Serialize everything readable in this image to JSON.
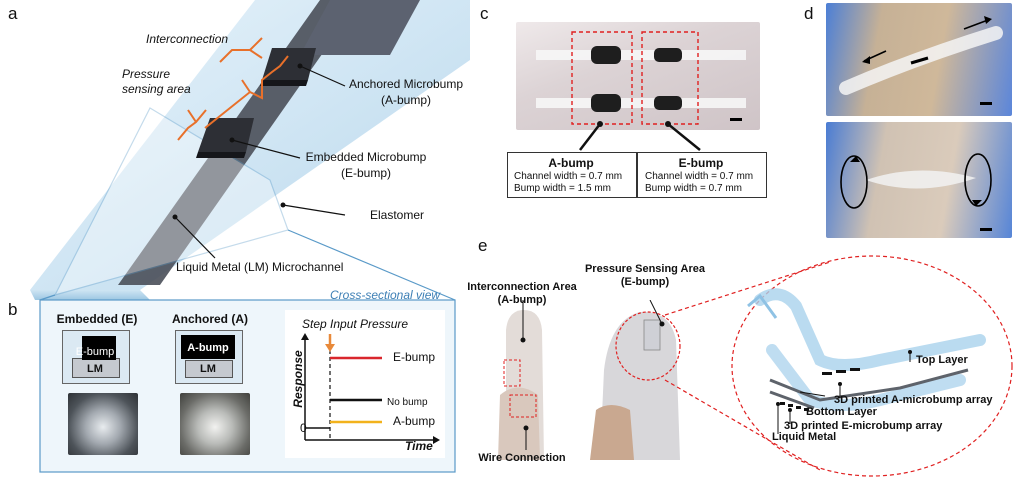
{
  "panels": {
    "a": "a",
    "b": "b",
    "c": "c",
    "d": "d",
    "e": "e"
  },
  "panel_a": {
    "interconnection": "Interconnection",
    "pressure_line1": "Pressure",
    "pressure_line2": "sensing area",
    "anchored_line1": "Anchored Microbump",
    "anchored_line2": "(A-bump)",
    "embedded_line1": "Embedded Microbump",
    "embedded_line2": "(E-bump)",
    "elastomer": "Elastomer",
    "lm_channel": "Liquid Metal (LM) Microchannel"
  },
  "panel_b": {
    "view_label": "Cross-sectional view",
    "embedded_title": "Embedded (E)",
    "anchored_title": "Anchored (A)",
    "ebump": "E-bump",
    "abump": "A-bump",
    "lm": "LM"
  },
  "chart_data": {
    "type": "line",
    "title": "Step Input Pressure",
    "xlabel": "Time",
    "ylabel": "Response",
    "ytick": "0",
    "series": [
      {
        "name": "E-bump",
        "level": "high",
        "color": "#d9262c"
      },
      {
        "name": "No bump",
        "level": "mid",
        "color": "#111111"
      },
      {
        "name": "A-bump",
        "level": "low",
        "color": "#f2b21c"
      }
    ],
    "arrow_color": "#e8893a"
  },
  "panel_c": {
    "abump_title": "A-bump",
    "abump_channel": "Channel width = 0.7 mm",
    "abump_bump": "Bump width = 1.5 mm",
    "ebump_title": "E-bump",
    "ebump_channel": "Channel width = 0.7 mm",
    "ebump_bump": "Bump width = 0.7 mm"
  },
  "panel_e": {
    "interconnection_line1": "Interconnection Area",
    "interconnection_line2": "(A-bump)",
    "pressure_line1": "Pressure Sensing Area",
    "pressure_line2": "(E-bump)",
    "wire": "Wire Connection",
    "top_layer": "Top Layer",
    "bottom_layer": "Bottom Layer",
    "a_array": "3D printed A-microbump array",
    "e_array": "3D printed E-microbump array",
    "liquid_metal": "Liquid Metal"
  },
  "colors": {
    "accent_orange": "#e8702a",
    "dashed_red": "#e02020",
    "frame_blue": "#5a9ac8"
  }
}
